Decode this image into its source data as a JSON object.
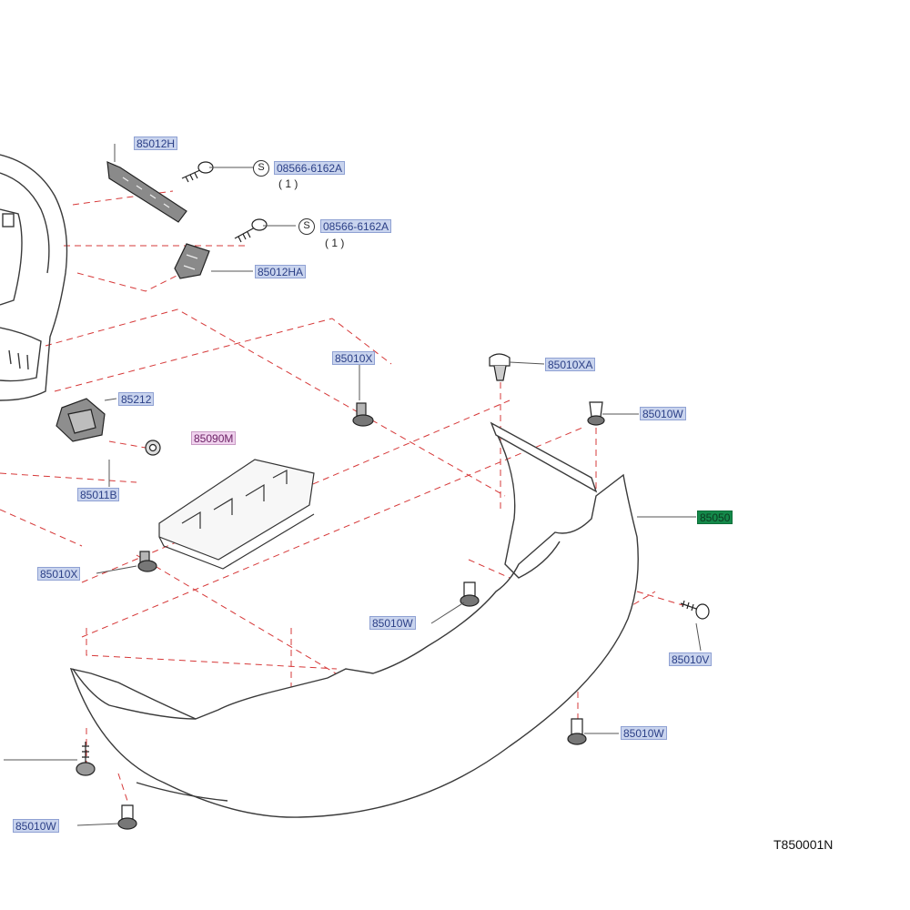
{
  "drawing_code": "T850001N",
  "symbol": "S",
  "labels": {
    "p85012H": "85012H",
    "p08566_1": "08566-6162A",
    "qty_1": "( 1 )",
    "p08566_2": "08566-6162A",
    "qty_2": "( 1 )",
    "p85012HA": "85012HA",
    "p85212": "85212",
    "p85011B": "85011B",
    "p85090M": "85090M",
    "p85010X_a": "85010X",
    "p85010XA": "85010XA",
    "p85010W_a": "85010W",
    "p85050": "85050",
    "p85010X_b": "85010X",
    "p85010W_b": "85010W",
    "p85010V": "85010V",
    "p85010W_c": "85010W",
    "p85010W_d": "85010W"
  },
  "colors": {
    "callout_blue": "#c9d4ee",
    "callout_pink": "#f0d2ee",
    "callout_green": "#14894a",
    "leader_red": "#d63838",
    "line_dark": "#3a3a3a"
  }
}
